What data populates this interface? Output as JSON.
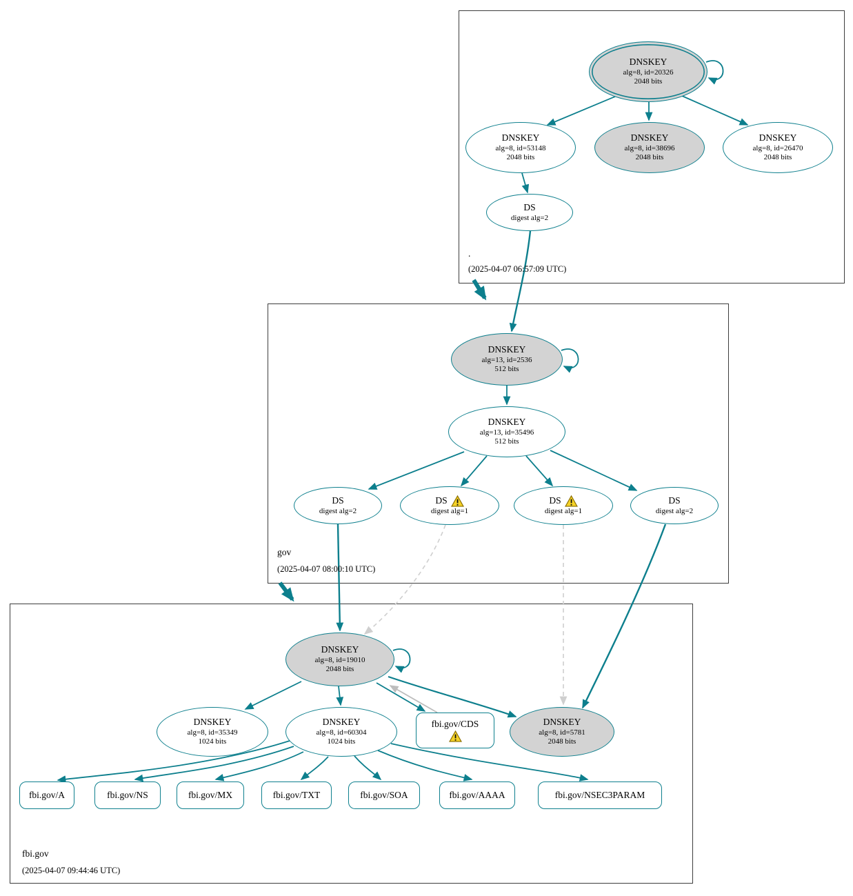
{
  "colors": {
    "accent_teal": "#0d7f8d",
    "secure_fill": "#d3d3d3",
    "warning_yellow": "#f5d227",
    "dashed_gray": "#cfcfcf",
    "box_border": "#3c3c3c"
  },
  "zones": {
    "root": {
      "name": ".",
      "timestamp": "(2025-04-07 06:57:09 UTC)",
      "nodes": {
        "ksk20326": {
          "title": "DNSKEY",
          "detail": "alg=8, id=20326",
          "bits": "2048 bits"
        },
        "zsk53148": {
          "title": "DNSKEY",
          "detail": "alg=8, id=53148",
          "bits": "2048 bits"
        },
        "ksk38696": {
          "title": "DNSKEY",
          "detail": "alg=8, id=38696",
          "bits": "2048 bits"
        },
        "zsk26470": {
          "title": "DNSKEY",
          "detail": "alg=8, id=26470",
          "bits": "2048 bits"
        },
        "ds": {
          "title": "DS",
          "detail": "digest alg=2"
        }
      }
    },
    "gov": {
      "name": "gov",
      "timestamp": "(2025-04-07 08:00:10 UTC)",
      "nodes": {
        "ksk2536": {
          "title": "DNSKEY",
          "detail": "alg=13, id=2536",
          "bits": "512 bits"
        },
        "zsk35496": {
          "title": "DNSKEY",
          "detail": "alg=13, id=35496",
          "bits": "512 bits"
        },
        "ds_a": {
          "title": "DS",
          "detail": "digest alg=2"
        },
        "ds_b": {
          "title": "DS",
          "detail": "digest alg=1"
        },
        "ds_c": {
          "title": "DS",
          "detail": "digest alg=1"
        },
        "ds_d": {
          "title": "DS",
          "detail": "digest alg=2"
        }
      }
    },
    "fbi": {
      "name": "fbi.gov",
      "timestamp": "(2025-04-07 09:44:46 UTC)",
      "nodes": {
        "ksk19010": {
          "title": "DNSKEY",
          "detail": "alg=8, id=19010",
          "bits": "2048 bits"
        },
        "zsk35349": {
          "title": "DNSKEY",
          "detail": "alg=8, id=35349",
          "bits": "1024 bits"
        },
        "zsk60304": {
          "title": "DNSKEY",
          "detail": "alg=8, id=60304",
          "bits": "1024 bits"
        },
        "cds": {
          "title": "fbi.gov/CDS"
        },
        "ksk5781": {
          "title": "DNSKEY",
          "detail": "alg=8, id=5781",
          "bits": "2048 bits"
        }
      },
      "rrsets": [
        "fbi.gov/A",
        "fbi.gov/NS",
        "fbi.gov/MX",
        "fbi.gov/TXT",
        "fbi.gov/SOA",
        "fbi.gov/AAAA",
        "fbi.gov/NSEC3PARAM"
      ]
    }
  }
}
